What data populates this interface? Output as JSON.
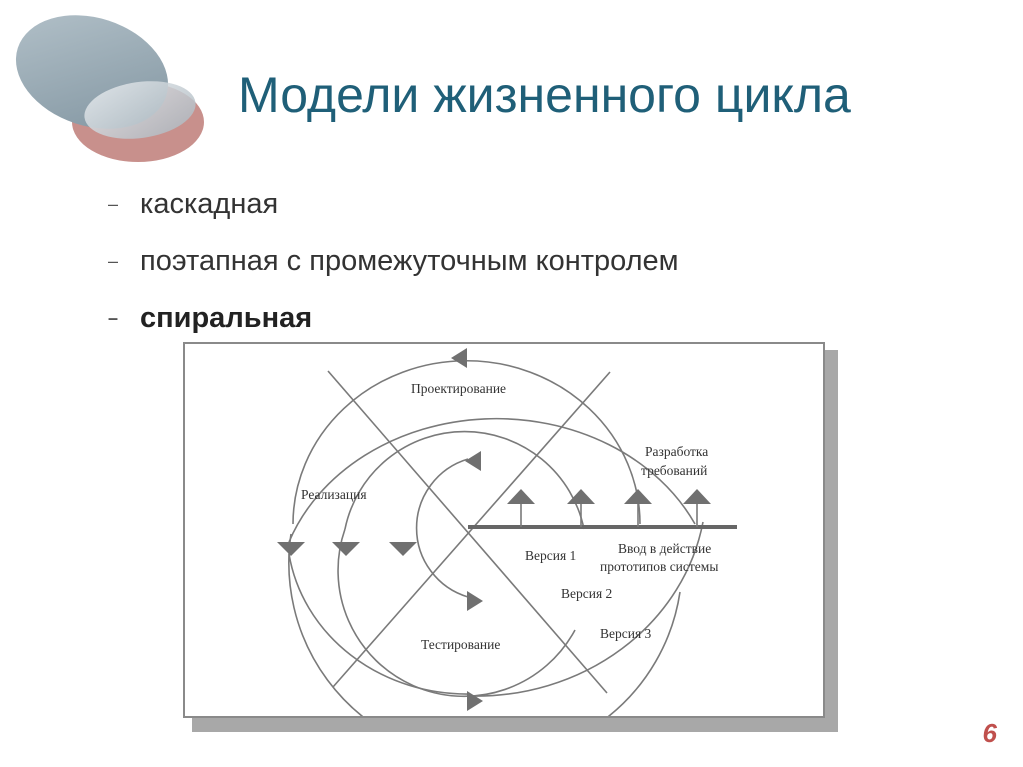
{
  "slide": {
    "title": "Модели жизненного цикла",
    "bullets": [
      {
        "dash": "–",
        "text": "каскадная"
      },
      {
        "dash": "–",
        "text": "поэтапная с промежуточным контролем"
      },
      {
        "dash": "–",
        "text": "спиральная"
      }
    ],
    "page_number": "6"
  },
  "diagram": {
    "labels": {
      "design": "Проектирование",
      "requirements_line1": "Разработка",
      "requirements_line2": "требований",
      "implementation": "Реализация",
      "version1": "Версия 1",
      "rollout_line1": "Ввод в действие",
      "rollout_line2": "прототипов системы",
      "version2": "Версия 2",
      "testing": "Тестирование",
      "version3": "Версия 3"
    }
  },
  "colors": {
    "title": "#1f5f78",
    "page_number": "#c0504d",
    "logo_gray": "#98a8b2",
    "logo_red": "#c8908c"
  }
}
